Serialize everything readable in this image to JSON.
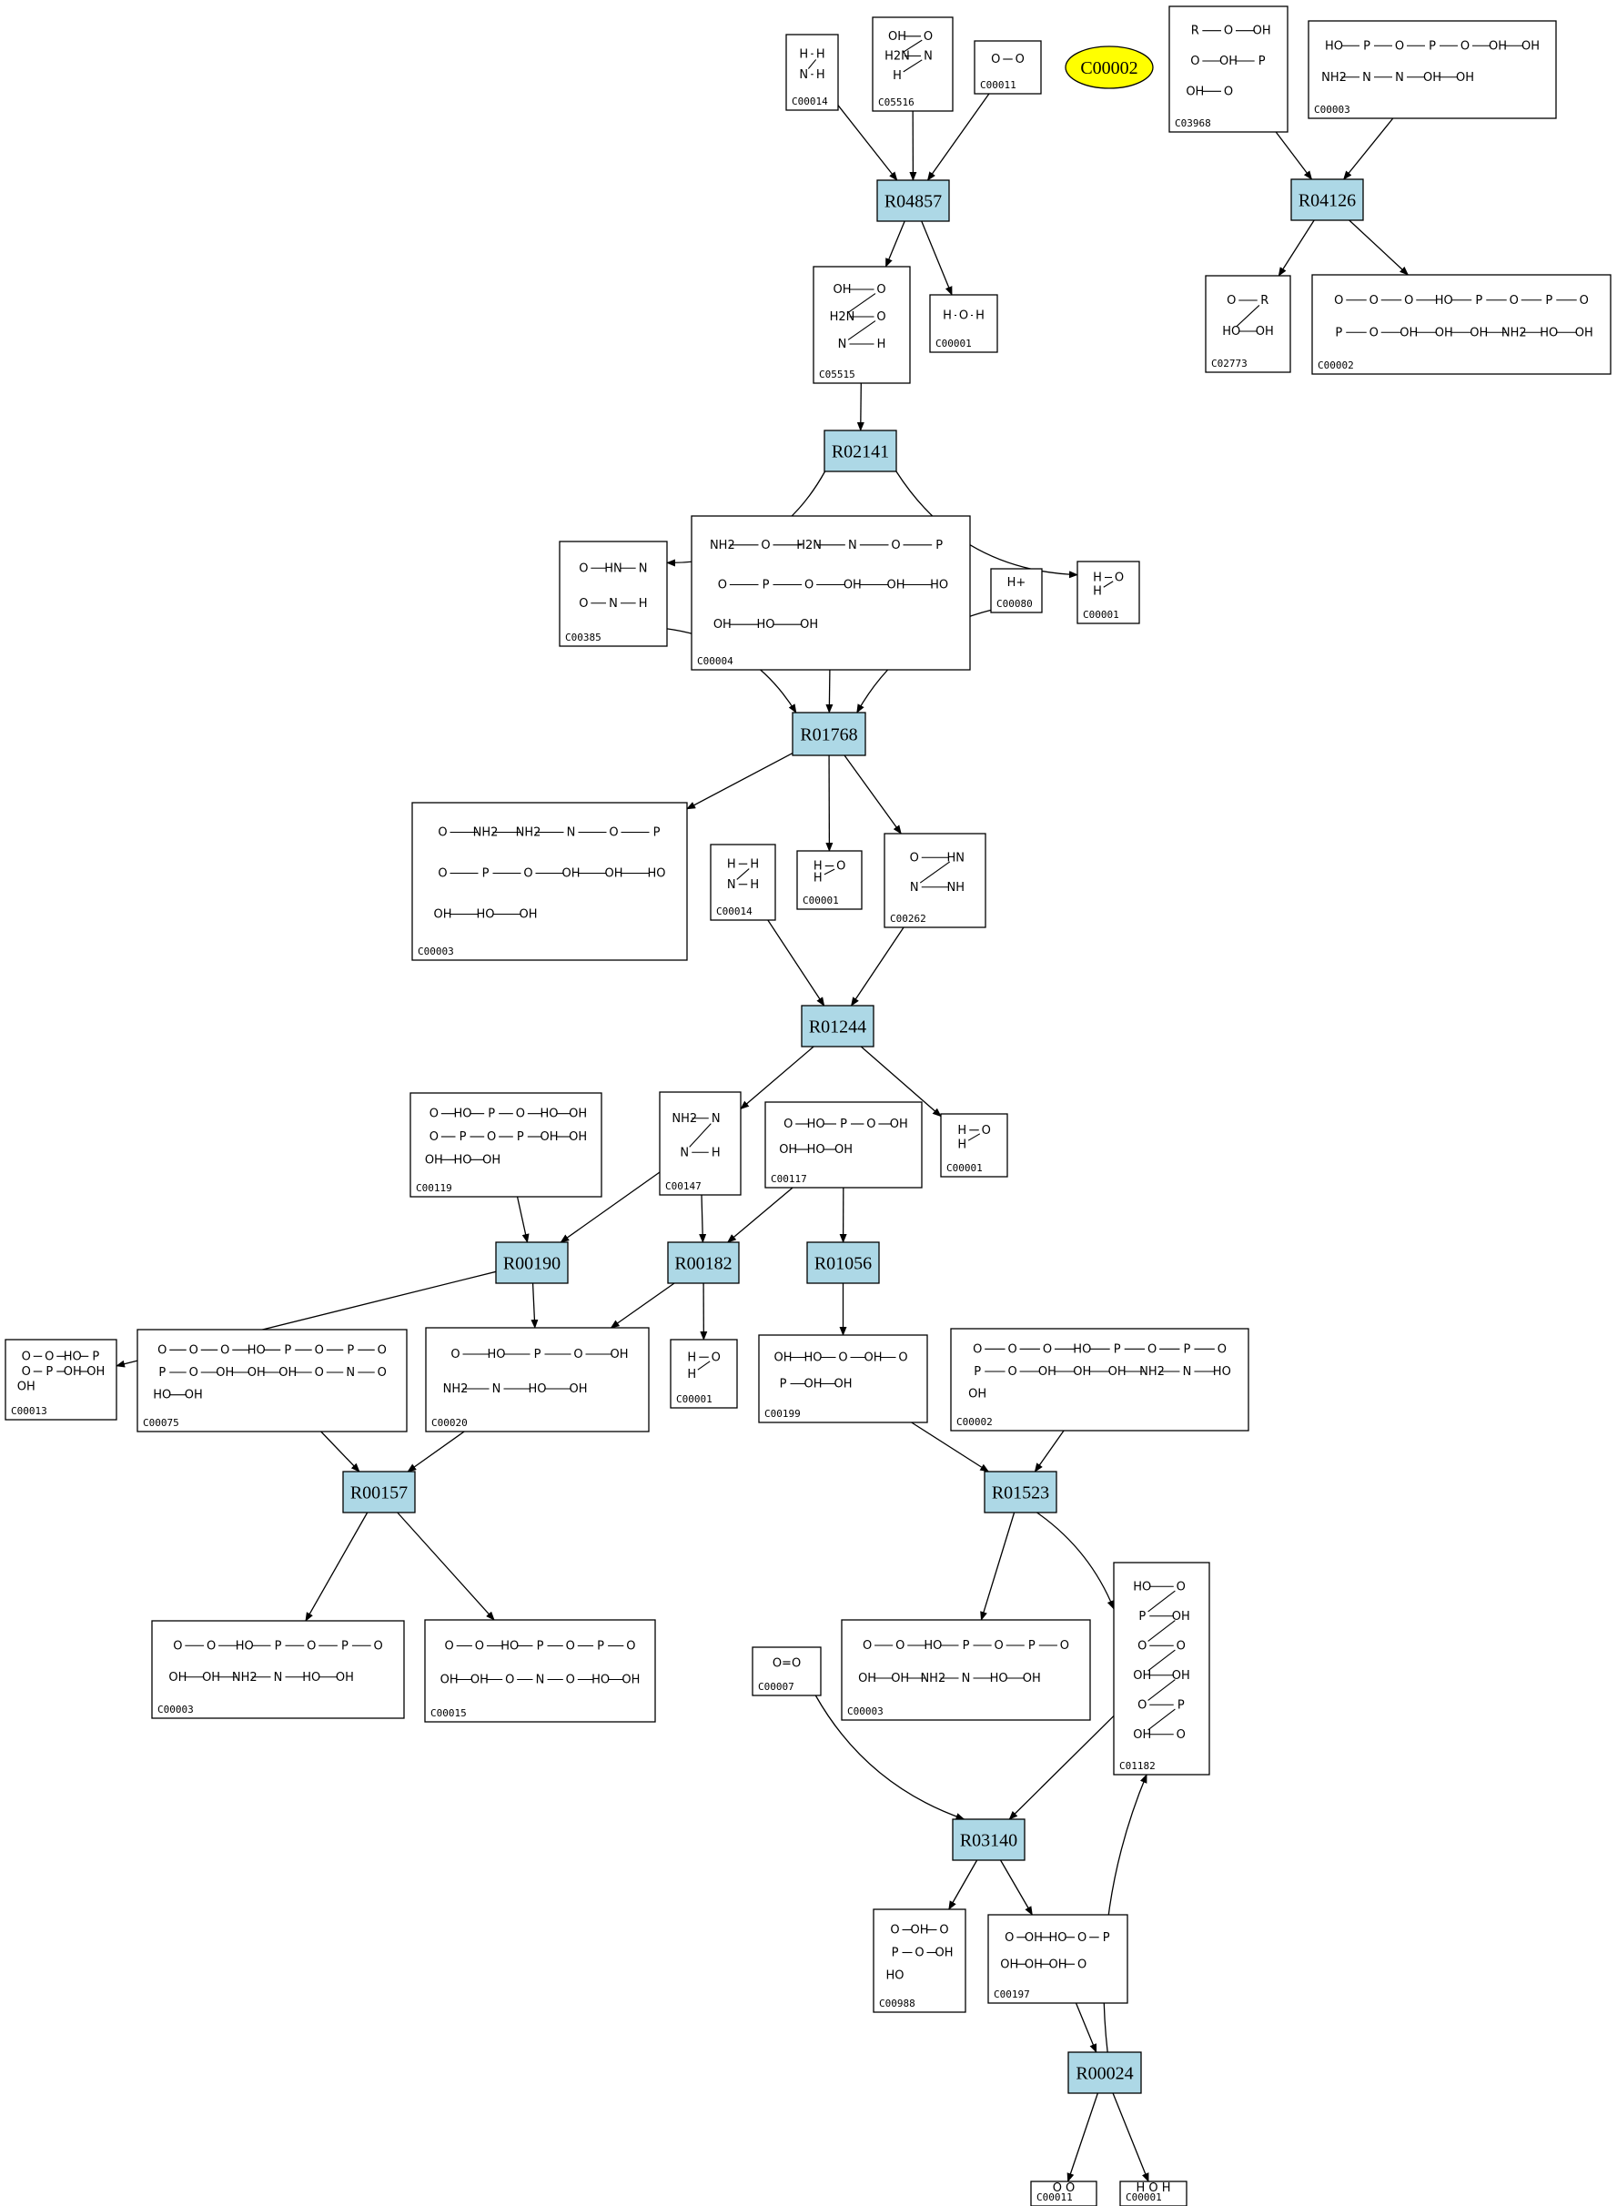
{
  "diagram": {
    "highlight": {
      "label": "C00002",
      "color": "#ffff00"
    },
    "reaction_color": "#add8e6",
    "reactions": [
      "R04857",
      "R04126",
      "R02141",
      "R01768",
      "R01244",
      "R00190",
      "R00182",
      "R01056",
      "R00157",
      "R01523",
      "R03140",
      "R00024"
    ],
    "compounds": [
      {
        "id": "c_c00014a",
        "label": "C00014",
        "atoms": [
          "H",
          "H",
          "N",
          "H"
        ]
      },
      {
        "id": "c_c05516",
        "label": "C05516",
        "atoms": [
          "OH",
          "O",
          "H2N",
          "N",
          "H"
        ]
      },
      {
        "id": "c_c00011a",
        "label": "C00011",
        "atoms": [
          "O",
          "O"
        ]
      },
      {
        "id": "c_c03968",
        "label": "C03968",
        "atoms": [
          "R",
          "O",
          "OH",
          "O",
          "OH",
          "P",
          "OH",
          "O"
        ]
      },
      {
        "id": "c_c00003a",
        "label": "C00003",
        "atoms": [
          "HO",
          "P",
          "O",
          "P",
          "O",
          "OH",
          "OH",
          "NH2",
          "N",
          "N",
          "OH",
          "OH"
        ]
      },
      {
        "id": "c_c05515",
        "label": "C05515",
        "atoms": [
          "OH",
          "O",
          "H2N",
          "O",
          "N",
          "H"
        ]
      },
      {
        "id": "c_c00001a",
        "label": "C00001",
        "atoms": [
          "H",
          "O",
          "H"
        ]
      },
      {
        "id": "c_c02773",
        "label": "C02773",
        "atoms": [
          "O",
          "R",
          "HO",
          "OH"
        ]
      },
      {
        "id": "c_c00002a",
        "label": "C00002",
        "atoms": [
          "O",
          "O",
          "O",
          "HO",
          "P",
          "O",
          "P",
          "O",
          "P",
          "O",
          "OH",
          "OH",
          "OH",
          "NH2",
          "HO",
          "OH"
        ]
      },
      {
        "id": "c_c00385",
        "label": "C00385",
        "atoms": [
          "O",
          "HN",
          "N",
          "O",
          "N",
          "H"
        ]
      },
      {
        "id": "c_c00004",
        "label": "C00004",
        "atoms": [
          "NH2",
          "O",
          "H2N",
          "N",
          "O",
          "P",
          "O",
          "P",
          "O",
          "OH",
          "OH",
          "HO",
          "OH",
          "HO",
          "OH"
        ]
      },
      {
        "id": "c_c00080",
        "label": "C00080",
        "atoms": [
          "H+"
        ]
      },
      {
        "id": "c_c00001b",
        "label": "C00001",
        "atoms": [
          "H",
          "O",
          "H"
        ]
      },
      {
        "id": "c_c00003b",
        "label": "C00003",
        "atoms": [
          "O",
          "NH2",
          "NH2",
          "N",
          "O",
          "P",
          "O",
          "P",
          "O",
          "OH",
          "OH",
          "HO",
          "OH",
          "HO",
          "OH"
        ]
      },
      {
        "id": "c_c00014b",
        "label": "C00014",
        "atoms": [
          "H",
          "H",
          "N",
          "H"
        ]
      },
      {
        "id": "c_c00001c",
        "label": "C00001",
        "atoms": [
          "H",
          "O",
          "H"
        ]
      },
      {
        "id": "c_c00262",
        "label": "C00262",
        "atoms": [
          "O",
          "HN",
          "N",
          "NH"
        ]
      },
      {
        "id": "c_c00119",
        "label": "C00119",
        "atoms": [
          "O",
          "HO",
          "P",
          "O",
          "HO",
          "OH",
          "O",
          "P",
          "O",
          "P",
          "OH",
          "OH",
          "OH",
          "HO",
          "OH"
        ]
      },
      {
        "id": "c_c00147",
        "label": "C00147",
        "atoms": [
          "NH2",
          "N",
          "N",
          "H"
        ]
      },
      {
        "id": "c_c00117",
        "label": "C00117",
        "atoms": [
          "O",
          "HO",
          "P",
          "O",
          "OH",
          "OH",
          "HO",
          "OH"
        ]
      },
      {
        "id": "c_c00001d",
        "label": "C00001",
        "atoms": [
          "H",
          "O",
          "H"
        ]
      },
      {
        "id": "c_c00013",
        "label": "C00013",
        "atoms": [
          "O",
          "O",
          "HO",
          "P",
          "O",
          "P",
          "OH",
          "OH",
          "OH"
        ]
      },
      {
        "id": "c_c00075",
        "label": "C00075",
        "atoms": [
          "O",
          "O",
          "O",
          "HO",
          "P",
          "O",
          "P",
          "O",
          "P",
          "O",
          "OH",
          "OH",
          "OH",
          "O",
          "N",
          "O",
          "HO",
          "OH"
        ]
      },
      {
        "id": "c_c00020",
        "label": "C00020",
        "atoms": [
          "O",
          "HO",
          "P",
          "O",
          "OH",
          "NH2",
          "N",
          "HO",
          "OH"
        ]
      },
      {
        "id": "c_c00001e",
        "label": "C00001",
        "atoms": [
          "H",
          "O",
          "H"
        ]
      },
      {
        "id": "c_c00199",
        "label": "C00199",
        "atoms": [
          "OH",
          "HO",
          "O",
          "OH",
          "O",
          "P",
          "OH",
          "OH"
        ]
      },
      {
        "id": "c_c00002b",
        "label": "C00002",
        "atoms": [
          "O",
          "O",
          "O",
          "HO",
          "P",
          "O",
          "P",
          "O",
          "P",
          "O",
          "OH",
          "OH",
          "OH",
          "NH2",
          "N",
          "HO",
          "OH"
        ]
      },
      {
        "id": "c_c00003c",
        "label": "C00003",
        "atoms": [
          "O",
          "O",
          "HO",
          "P",
          "O",
          "P",
          "O",
          "OH",
          "OH",
          "NH2",
          "N",
          "HO",
          "OH"
        ]
      },
      {
        "id": "c_c00015",
        "label": "C00015",
        "atoms": [
          "O",
          "O",
          "HO",
          "P",
          "O",
          "P",
          "O",
          "OH",
          "OH",
          "O",
          "N",
          "O",
          "HO",
          "OH"
        ]
      },
      {
        "id": "c_c00003d",
        "label": "C00003",
        "atoms": [
          "O",
          "O",
          "HO",
          "P",
          "O",
          "P",
          "O",
          "OH",
          "OH",
          "NH2",
          "N",
          "HO",
          "OH"
        ]
      },
      {
        "id": "c_c01182",
        "label": "C01182",
        "atoms": [
          "HO",
          "O",
          "P",
          "OH",
          "O",
          "O",
          "OH",
          "OH",
          "O",
          "P",
          "OH",
          "O"
        ]
      },
      {
        "id": "c_c00007",
        "label": "C00007",
        "atoms": [
          "O=O"
        ]
      },
      {
        "id": "c_c00988",
        "label": "C00988",
        "atoms": [
          "O",
          "OH",
          "O",
          "P",
          "O",
          "OH",
          "HO"
        ]
      },
      {
        "id": "c_c00197",
        "label": "C00197",
        "atoms": [
          "O",
          "OH",
          "HO",
          "O",
          "P",
          "OH",
          "OH",
          "OH",
          "O"
        ]
      },
      {
        "id": "c_c00011b",
        "label": "C00011",
        "atoms": [
          "O",
          "O"
        ]
      },
      {
        "id": "c_c00001f",
        "label": "C00001",
        "atoms": [
          "H",
          "O",
          "H"
        ]
      }
    ]
  }
}
